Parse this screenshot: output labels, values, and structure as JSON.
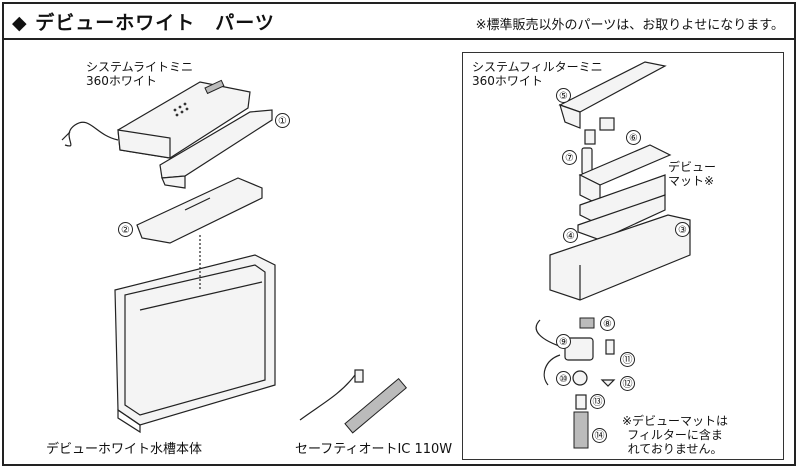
{
  "header": {
    "title": "◆ デビューホワイト　パーツ",
    "note": "※標準販売以外のパーツは、お取りよせになります。"
  },
  "left": {
    "light_label": [
      "システムライトミニ",
      "360ホワイト"
    ],
    "tank_caption": "デビューホワイト水槽本体",
    "heater_caption": "セーフティオートIC 110W",
    "numbers": [
      "①",
      "②"
    ]
  },
  "right": {
    "filter_label": [
      "システムフィルターミニ",
      "360ホワイト"
    ],
    "mat_label": [
      "デビュー",
      "マット※"
    ],
    "footnote": [
      "※デビューマットは",
      "フィルターに含ま",
      "れておりません。"
    ],
    "numbers": [
      "⑤",
      "⑥",
      "⑦",
      "③",
      "④",
      "⑧",
      "⑨",
      "⑪",
      "⑩",
      "⑫",
      "⑬",
      "⑭"
    ]
  }
}
